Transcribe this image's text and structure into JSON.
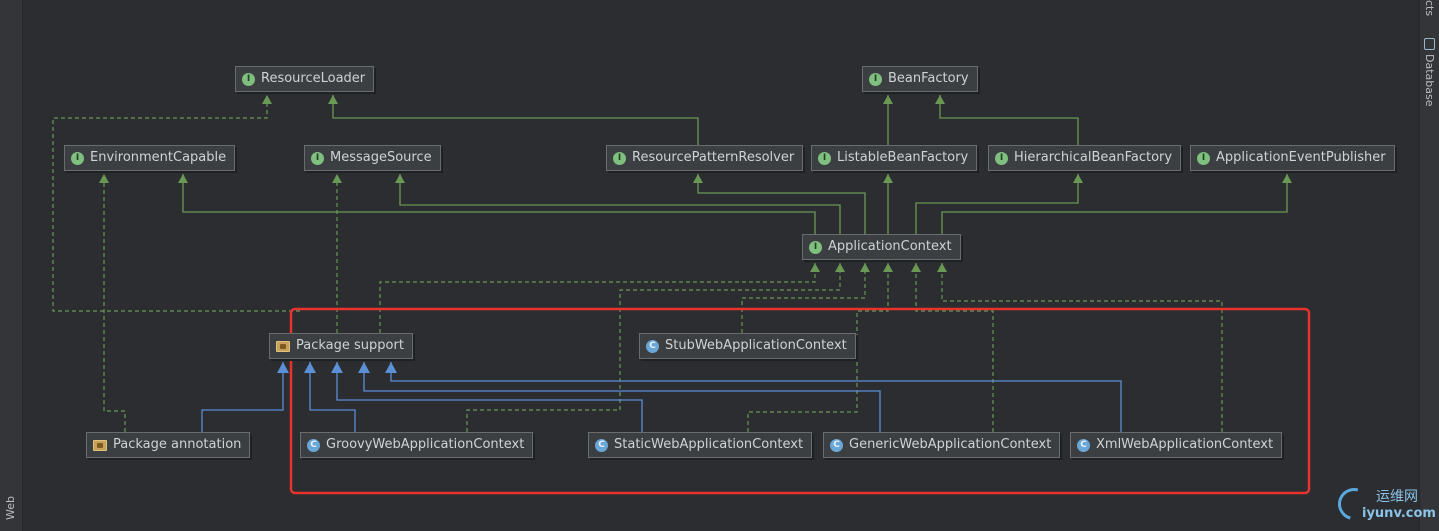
{
  "panels": {
    "left_label": "Web",
    "right_label": "Database",
    "top_right_fragment": "cts"
  },
  "nodes": {
    "resource_loader": {
      "label": "ResourceLoader",
      "kind": "interface"
    },
    "bean_factory": {
      "label": "BeanFactory",
      "kind": "interface"
    },
    "environment_capable": {
      "label": "EnvironmentCapable",
      "kind": "interface"
    },
    "message_source": {
      "label": "MessageSource",
      "kind": "interface"
    },
    "resource_pattern_resolver": {
      "label": "ResourcePatternResolver",
      "kind": "interface"
    },
    "listable_bean_factory": {
      "label": "ListableBeanFactory",
      "kind": "interface"
    },
    "hierarchical_bean_factory": {
      "label": "HierarchicalBeanFactory",
      "kind": "interface"
    },
    "application_event_publisher": {
      "label": "ApplicationEventPublisher",
      "kind": "interface"
    },
    "application_context": {
      "label": "ApplicationContext",
      "kind": "interface"
    },
    "package_support": {
      "label": "Package support",
      "kind": "package"
    },
    "stub_web_application_context": {
      "label": "StubWebApplicationContext",
      "kind": "class"
    },
    "package_annotation": {
      "label": "Package annotation",
      "kind": "package"
    },
    "groovy_web_application_context": {
      "label": "GroovyWebApplicationContext",
      "kind": "class"
    },
    "static_web_application_context": {
      "label": "StaticWebApplicationContext",
      "kind": "class"
    },
    "generic_web_application_context": {
      "label": "GenericWebApplicationContext",
      "kind": "class"
    },
    "xml_web_application_context": {
      "label": "XmlWebApplicationContext",
      "kind": "class"
    }
  },
  "badge_letters": {
    "interface": "I",
    "class": "C"
  },
  "watermark": {
    "text_cn": "运维网",
    "text_en": "iyunv.com"
  },
  "colors": {
    "background": "#2b2d30",
    "interface_edge": "#6a9955",
    "class_edge": "#5b8fd6",
    "highlight_box": "#e8322c",
    "node_fill": "#3c3f41"
  }
}
